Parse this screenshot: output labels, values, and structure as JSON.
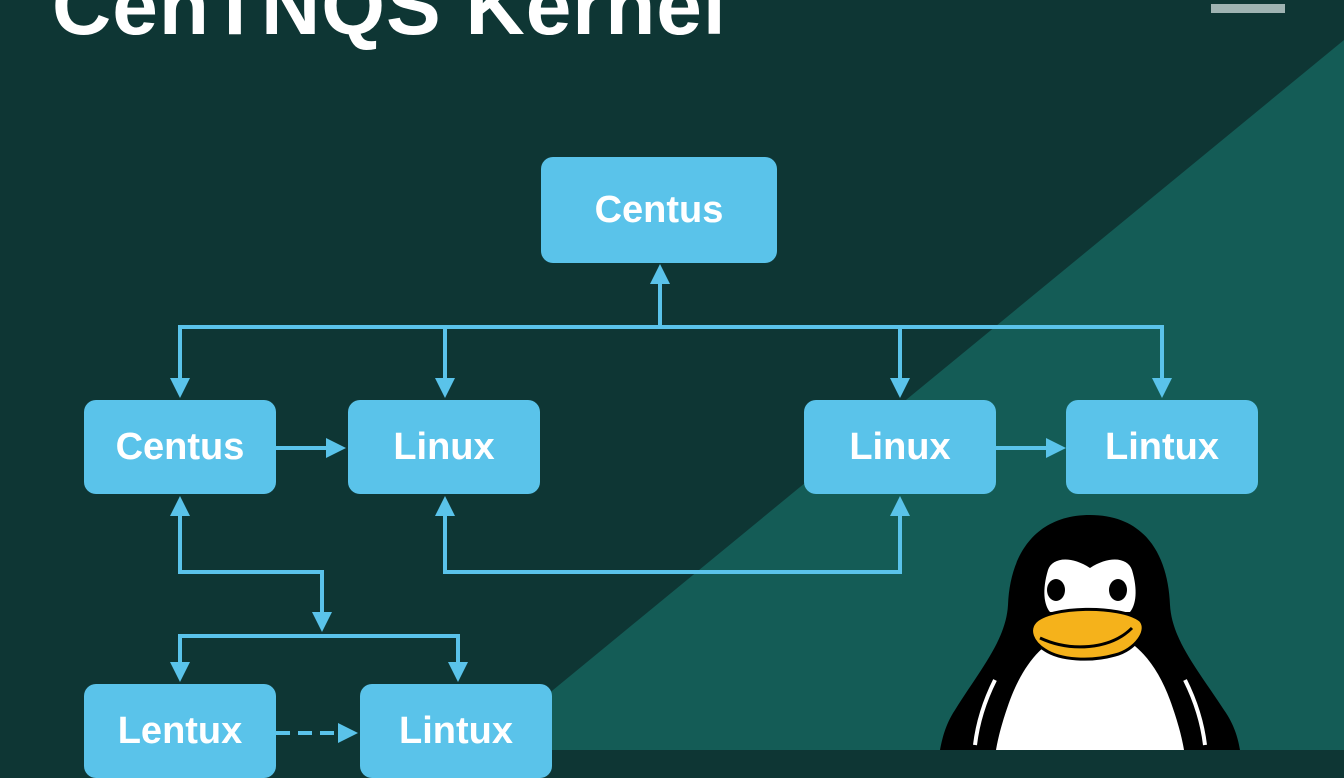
{
  "title": "CenTNQS Kernel",
  "colors": {
    "background_dark": "#0e3634",
    "background_teal": "#145c56",
    "node_fill": "#5ac3ea",
    "node_text": "#ffffff",
    "connector": "#5ac3ea",
    "title_text": "#ffffff"
  },
  "nodes": [
    {
      "id": "top",
      "label": "Centus"
    },
    {
      "id": "mid-1",
      "label": "Centus"
    },
    {
      "id": "mid-2",
      "label": "Linux"
    },
    {
      "id": "mid-3",
      "label": "Linux"
    },
    {
      "id": "mid-4",
      "label": "Lintux"
    },
    {
      "id": "bottom-1",
      "label": "Lentux"
    },
    {
      "id": "bottom-2",
      "label": "Lintux"
    }
  ],
  "edges": [
    {
      "from": "bus",
      "to": "top",
      "style": "solid"
    },
    {
      "from": "bus",
      "to": "mid-1",
      "style": "solid"
    },
    {
      "from": "bus",
      "to": "mid-2",
      "style": "solid"
    },
    {
      "from": "bus",
      "to": "mid-3",
      "style": "solid"
    },
    {
      "from": "bus",
      "to": "mid-4",
      "style": "solid"
    },
    {
      "from": "mid-1",
      "to": "mid-2",
      "style": "solid"
    },
    {
      "from": "mid-3",
      "to": "mid-4",
      "style": "solid"
    },
    {
      "from": "loop",
      "to": "mid-2",
      "style": "solid"
    },
    {
      "from": "loop",
      "to": "mid-3",
      "style": "solid"
    },
    {
      "from": "junction",
      "to": "mid-1",
      "style": "solid"
    },
    {
      "from": "mid-1",
      "to": "bottom-1",
      "style": "solid"
    },
    {
      "from": "mid-1",
      "to": "bottom-2",
      "style": "solid"
    },
    {
      "from": "bottom-1",
      "to": "bottom-2",
      "style": "dashed"
    }
  ],
  "mascot": "tux-penguin"
}
